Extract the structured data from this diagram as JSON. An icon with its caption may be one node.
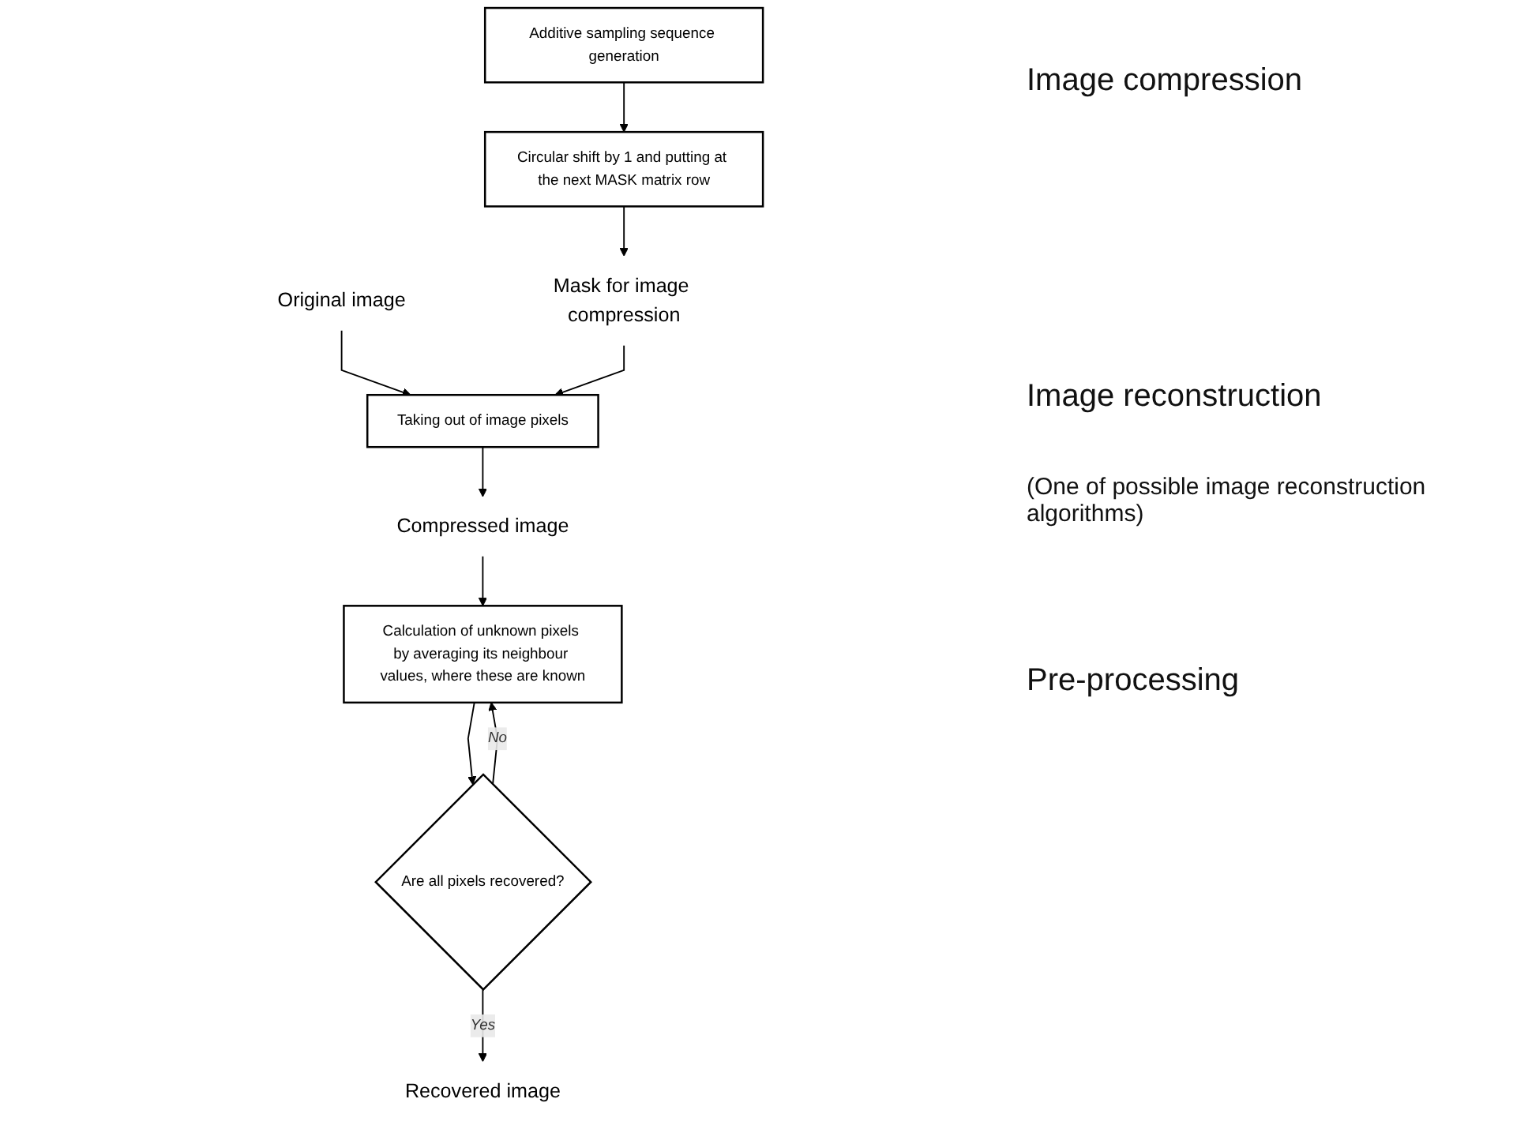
{
  "diagram": {
    "nodes": [
      {
        "text": [
          "Original image"
        ]
      },
      {
        "text": [
          "Additive sampling sequence generation"
        ]
      },
      {
        "text": [
          "Taking out of image pixels"
        ]
      },
      {
        "text": [
          "Circular shift by 1 and putting at the next MASK matrix row"
        ]
      },
      {
        "text": [
          "Compressed image"
        ]
      },
      {
        "text": [
          "Mask for image compression"
        ]
      },
      {
        "text": [
          "Calculation of unknown pixels by averaging its neighbour values, where these are known"
        ]
      },
      {
        "text": [
          "Are all pixels recovered?"
        ]
      },
      {
        "text": [
          "Recovered image"
        ]
      }
    ],
    "edges": [
      {
        "from": 0,
        "to": 2,
        "arrow": "to"
      },
      {
        "from": 1,
        "to": 3,
        "arrow": "to"
      },
      {
        "from": 3,
        "to": 5,
        "arrow": "to"
      },
      {
        "from": 5,
        "to": 2,
        "arrow": "to"
      },
      {
        "from": 2,
        "to": 4,
        "arrow": "to"
      },
      {
        "from": 4,
        "to": 6,
        "arrow": "to"
      },
      {
        "from": 6,
        "to": 7,
        "arrow": "to"
      },
      {
        "from": 7,
        "to": 6,
        "label": "No",
        "arrow": "to"
      },
      {
        "from": 7,
        "to": 8,
        "label": "Yes",
        "arrow": "to"
      }
    ],
    "labels": [
      "Image compression",
      "Image reconstruction",
      "(One of possible image reconstruction algorithms)",
      "Pre-processing"
    ]
  }
}
